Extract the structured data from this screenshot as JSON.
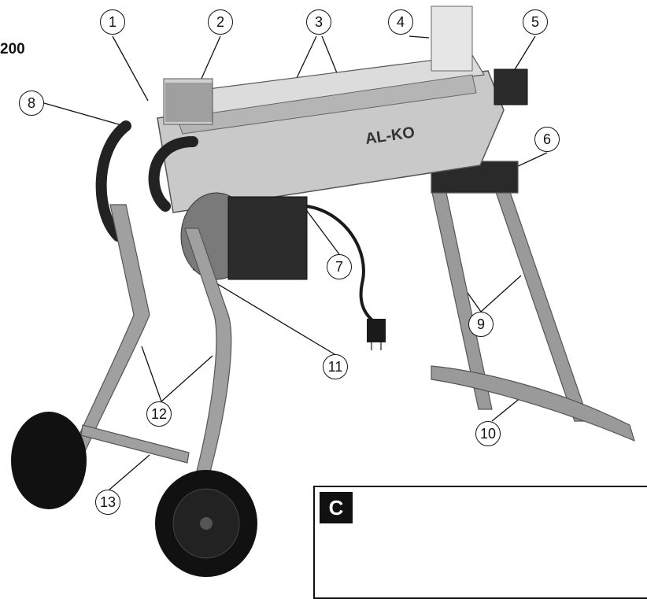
{
  "model_label": "200",
  "brand_logo": "AL-KO",
  "panel": {
    "label": "C"
  },
  "callouts": [
    "1",
    "2",
    "3",
    "4",
    "5",
    "6",
    "7",
    "8",
    "9",
    "10",
    "11",
    "12",
    "13"
  ]
}
